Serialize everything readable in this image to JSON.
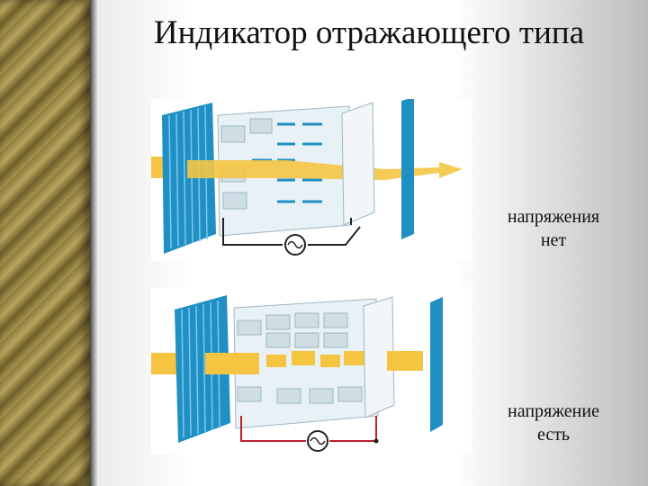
{
  "slide": {
    "title": "Индикатор отражающего типа"
  },
  "captions": {
    "no_voltage_line1": "напряжения",
    "no_voltage_line2": "нет",
    "voltage_line1": "напряжение",
    "voltage_line2": "есть"
  },
  "colors": {
    "polarizer": "#1f8fc4",
    "light_beam": "#f5c542",
    "cell": "#e8f1f5",
    "segment": "#cfdde4",
    "wire_off": "#222222",
    "wire_on": "#c0202a"
  },
  "icons": {
    "ac_source": "sine-wave-source-icon",
    "switch": "switch-icon"
  }
}
